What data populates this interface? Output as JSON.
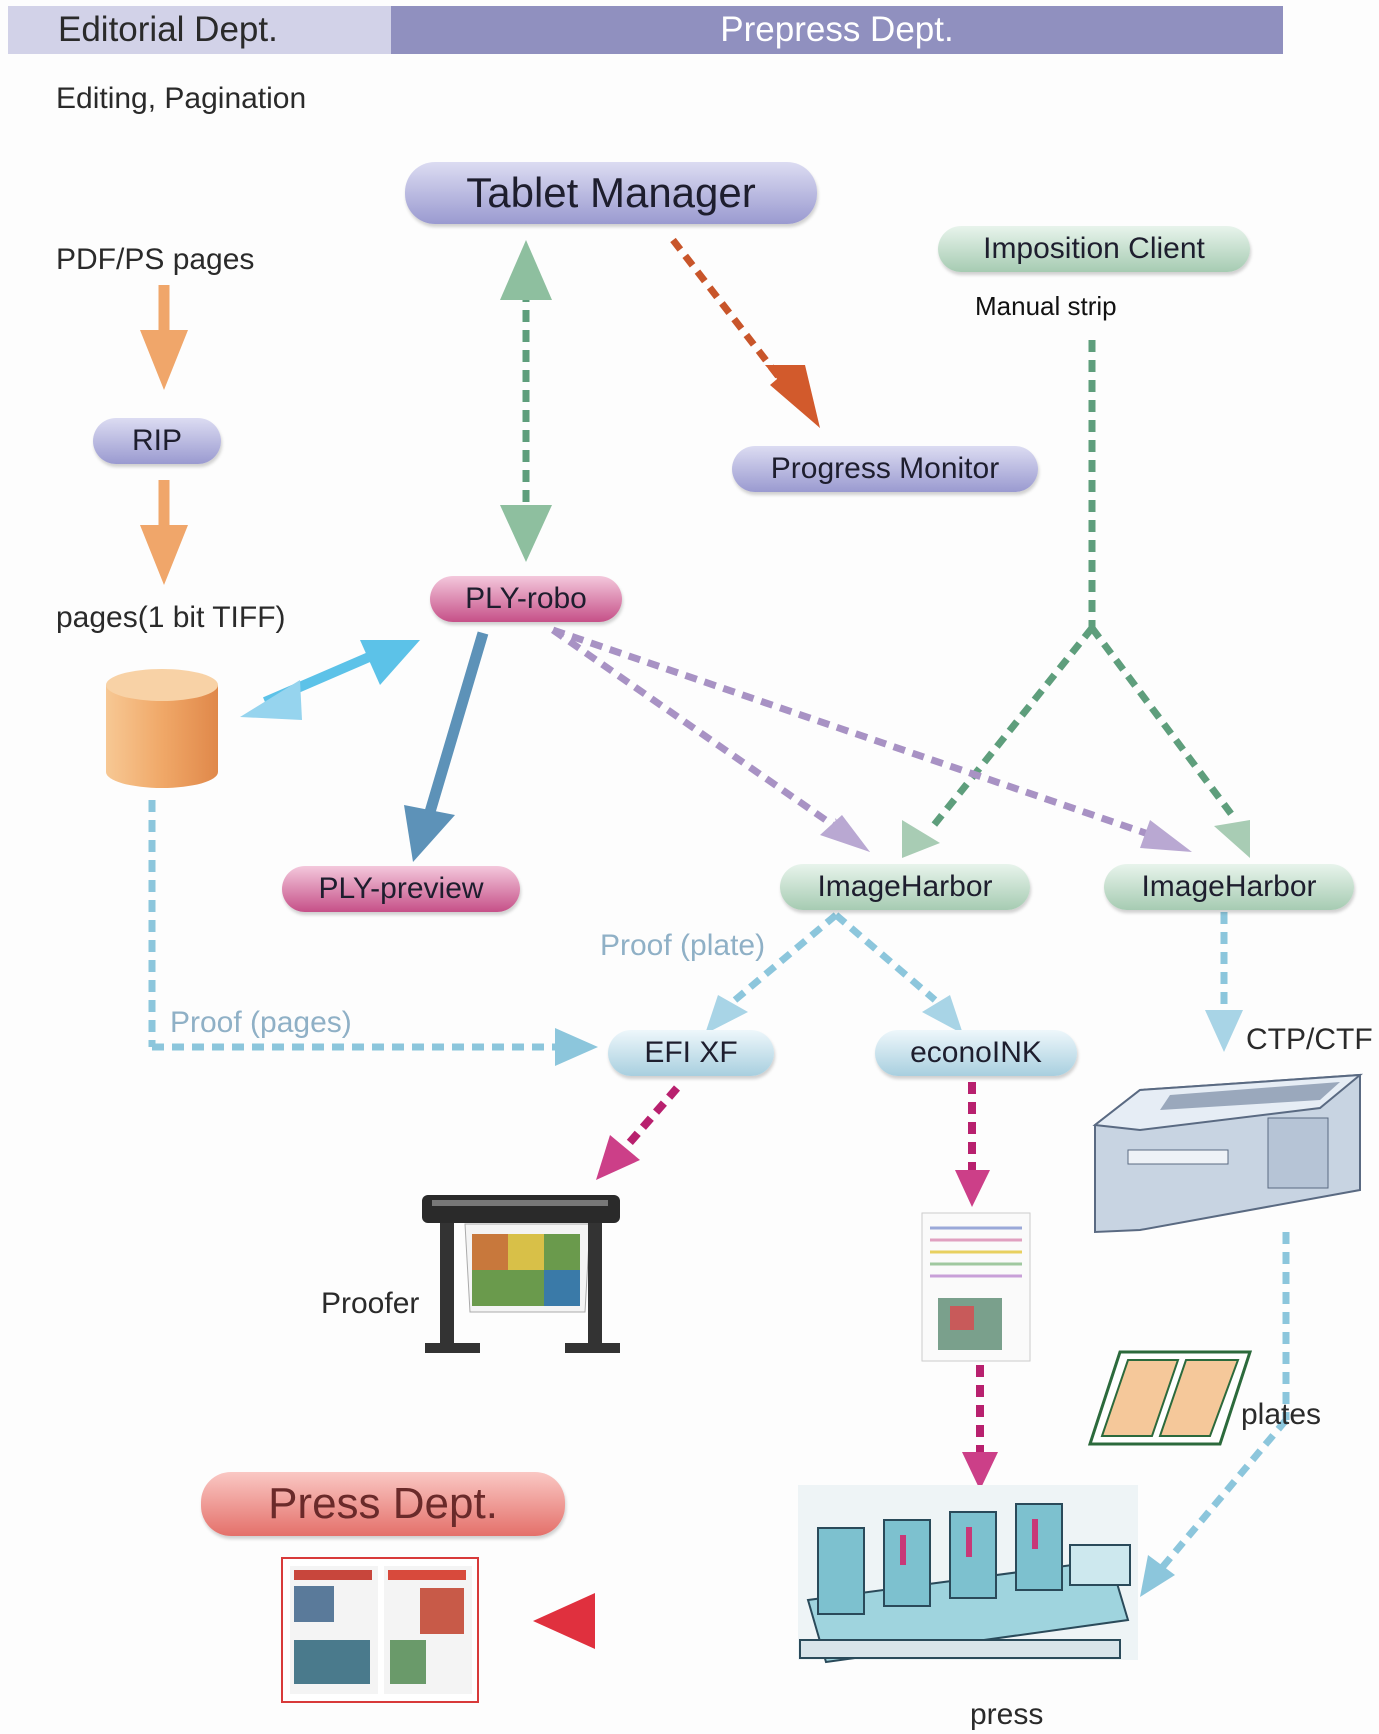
{
  "header": {
    "editorial": "Editorial Dept.",
    "prepress": "Prepress Dept."
  },
  "labels": {
    "editing": "Editing, Pagination",
    "pdf_ps": "PDF/PS pages",
    "pages_tiff": "pages(1 bit TIFF)",
    "manual_strip": "Manual strip",
    "proof_plate": "Proof (plate)",
    "proof_pages": "Proof (pages)",
    "ctp_ctf": "CTP/CTF",
    "proofer": "Proofer",
    "plates": "plates",
    "press": "press"
  },
  "nodes": {
    "tablet_manager": "Tablet Manager",
    "imposition_client": "Imposition Client",
    "rip": "RIP",
    "progress_monitor": "Progress Monitor",
    "ply_robo": "PLY-robo",
    "ply_preview": "PLY-preview",
    "imageharbor_1": "ImageHarbor",
    "imageharbor_2": "ImageHarbor",
    "efi_xf": "EFI XF",
    "econoink": "econoINK",
    "press_dept": "Press Dept."
  },
  "colors": {
    "orange": "#f0a66a",
    "green": "#5e9e7c",
    "rust": "#c8552a",
    "cyan": "#5cc2e8",
    "steel": "#5d92b8",
    "lavender": "#a892c4",
    "lightblue": "#8cc6dc",
    "magenta": "#b8206e",
    "red": "#e0303e"
  },
  "icons": [
    "database-icon",
    "proofer-icon",
    "ctp-device-icon",
    "proof-sheet-icon",
    "plates-icon",
    "press-machine-icon",
    "newspaper-icon"
  ]
}
